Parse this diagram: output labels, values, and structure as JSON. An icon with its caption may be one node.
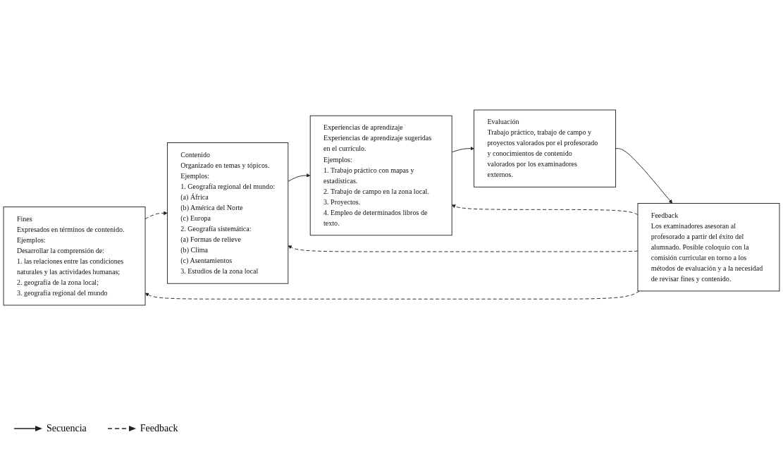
{
  "diagram": {
    "nodes": [
      {
        "text": [
          "Fines",
          "Expresados en términos de contenido.",
          "Ejemplos:",
          "Desarrollar la comprensión de:",
          "1. las relaciones entre las condiciones naturales y las actividades humanas;",
          "2. geografía de la zona local;",
          "3. geografía regional del mundo"
        ]
      },
      {
        "text": [
          "Contenido",
          "Organizado en temas y tópicos.",
          "Ejemplos:",
          "1. Geografía regional del mundo:",
          "(a) África",
          "(b) América del Norte",
          "(c) Europa",
          "2. Geografía sistemática:",
          "(a) Formas de relieve",
          "(b) Clima",
          "(c) Asentamientos",
          "3. Estudios de la zona local"
        ]
      },
      {
        "text": [
          "Experiencias de aprendizaje",
          "Experiencias de aprendizaje sugeridas en el currículo.",
          "Ejemplos:",
          "1. Trabajo práctico con mapas y estadísticas.",
          "2. Trabajo de campo en la zona local.",
          "3. Proyectos.",
          "4. Empleo de determinados libros de texto."
        ]
      },
      {
        "text": [
          "Feedback",
          "Los examinadores asesoran al profesorado a partir del éxito del alumnado. Posible coloquio con la comisión curricular en torno a los métodos de evaluación y a la necesidad de revisar fines y contenido."
        ]
      },
      {
        "text": [
          "Evaluación",
          "Trabajo práctico, trabajo de campo y proyectos valorados por el profesorado y conocimientos de contenido valorados por los examinadores externos."
        ]
      }
    ],
    "edges": [
      {
        "from": 0,
        "to": 1,
        "arrow": "to",
        "style": "dashed"
      },
      {
        "from": 1,
        "to": 2,
        "arrow": "to"
      },
      {
        "from": 2,
        "to": 4,
        "arrow": "to"
      },
      {
        "from": 4,
        "to": 3,
        "arrow": "to"
      },
      {
        "from": 3,
        "to": 0,
        "arrow": "to",
        "style": "dashed"
      },
      {
        "from": 3,
        "to": 1,
        "arrow": "to",
        "style": "dashed"
      },
      {
        "from": 3,
        "to": 2,
        "arrow": "to",
        "style": "dashed"
      }
    ],
    "legend": [
      {
        "text": "Secuencia"
      },
      {
        "text": "Feedback"
      }
    ]
  }
}
